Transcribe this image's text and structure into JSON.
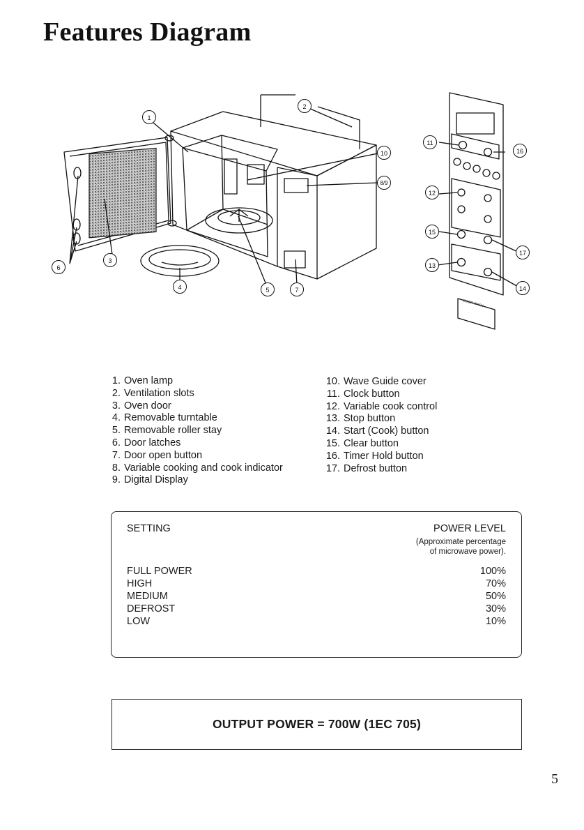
{
  "page": {
    "title": "Features Diagram",
    "page_number": "5"
  },
  "diagram": {
    "callouts": [
      "1",
      "2",
      "3",
      "4",
      "5",
      "6",
      "7",
      "8/9",
      "10",
      "11",
      "12",
      "13",
      "14",
      "15",
      "16",
      "17"
    ],
    "door_label": "DOOR OPEN"
  },
  "legend": {
    "left": [
      {
        "num": "1.",
        "text": "Oven lamp"
      },
      {
        "num": "2.",
        "text": "Ventilation slots"
      },
      {
        "num": "3.",
        "text": "Oven door"
      },
      {
        "num": "4.",
        "text": "Removable turntable"
      },
      {
        "num": "5.",
        "text": "Removable roller stay"
      },
      {
        "num": "6.",
        "text": "Door latches"
      },
      {
        "num": "7.",
        "text": "Door open button"
      },
      {
        "num": "8.",
        "text": "Variable cooking and cook indicator"
      },
      {
        "num": "9.",
        "text": "Digital Display"
      }
    ],
    "right": [
      {
        "num": "10.",
        "text": "Wave Guide cover"
      },
      {
        "num": "11.",
        "text": "Clock button"
      },
      {
        "num": "12.",
        "text": "Variable cook control"
      },
      {
        "num": "13.",
        "text": "Stop button"
      },
      {
        "num": "14.",
        "text": "Start (Cook) button"
      },
      {
        "num": "15.",
        "text": "Clear button"
      },
      {
        "num": "16.",
        "text": "Timer Hold button"
      },
      {
        "num": "17.",
        "text": "Defrost button"
      }
    ]
  },
  "settings_table": {
    "header_setting": "SETTING",
    "header_power": "POWER LEVEL",
    "power_note_line1": "(Approximate percentage",
    "power_note_line2": "of microwave power).",
    "rows": [
      {
        "setting": "FULL POWER",
        "power": "100%"
      },
      {
        "setting": "HIGH",
        "power": "70%"
      },
      {
        "setting": "MEDIUM",
        "power": "50%"
      },
      {
        "setting": "DEFROST",
        "power": "30%"
      },
      {
        "setting": "LOW",
        "power": "10%"
      }
    ]
  },
  "output": {
    "text": "OUTPUT POWER = 700W (1EC 705)"
  }
}
